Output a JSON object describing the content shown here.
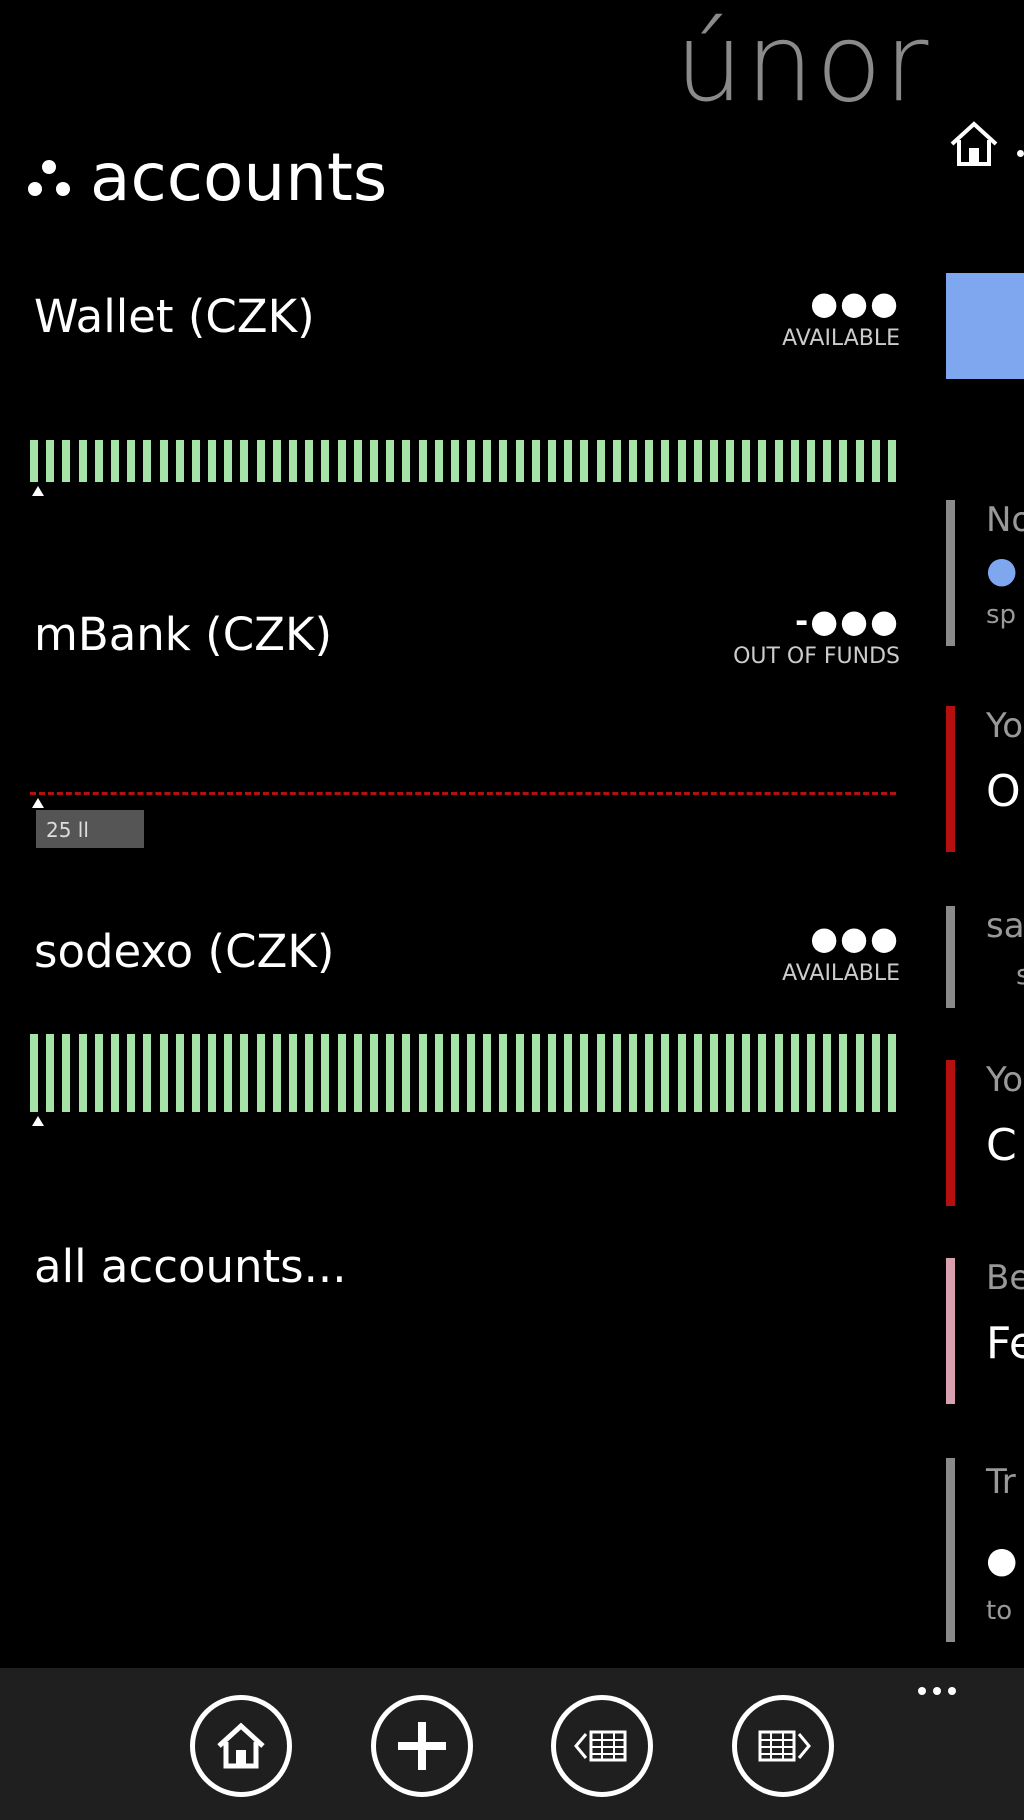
{
  "header": {
    "month": "únor",
    "section_title": "accounts"
  },
  "accounts": [
    {
      "name": "Wallet (CZK)",
      "amount": "●●●",
      "status": "AVAILABLE",
      "state": "available"
    },
    {
      "name": "mBank (CZK)",
      "amount": "-●●●",
      "status": "OUT OF FUNDS",
      "state": "out_of_funds",
      "tag": "25 ll"
    },
    {
      "name": "sodexo (CZK)",
      "amount": "●●●",
      "status": "AVAILABLE",
      "state": "available"
    }
  ],
  "all_accounts_link": "all accounts...",
  "side_panel": {
    "blue_tile_color": "#7fa7f0",
    "items": [
      {
        "line1": "No",
        "line2": "●",
        "line3": "sp",
        "bar_color": "#8a8a8a"
      },
      {
        "line1": "Yo",
        "line2": "O",
        "bar_color": "#b51010"
      },
      {
        "line1": "sa",
        "line2": "s",
        "bar_color": "#8a8a8a"
      },
      {
        "line1": "Yo",
        "line2": "C",
        "bar_color": "#b51010"
      },
      {
        "line1": "Be",
        "line2": "Fe",
        "bar_color": "#d9a0b0"
      },
      {
        "line1": "Tr",
        "line2": "●",
        "line3": "to",
        "bar_color": "#8a8a8a"
      }
    ]
  },
  "appbar": {
    "buttons": [
      {
        "name": "home-icon",
        "label": "home"
      },
      {
        "name": "add-icon",
        "label": "add"
      },
      {
        "name": "previous-month-icon",
        "label": "previous"
      },
      {
        "name": "next-month-icon",
        "label": "next"
      }
    ],
    "more": "..."
  },
  "colors": {
    "bar_fill": "#a6e3a6",
    "out_of_funds": "#b51010",
    "accent_blue": "#7fa7f0"
  }
}
